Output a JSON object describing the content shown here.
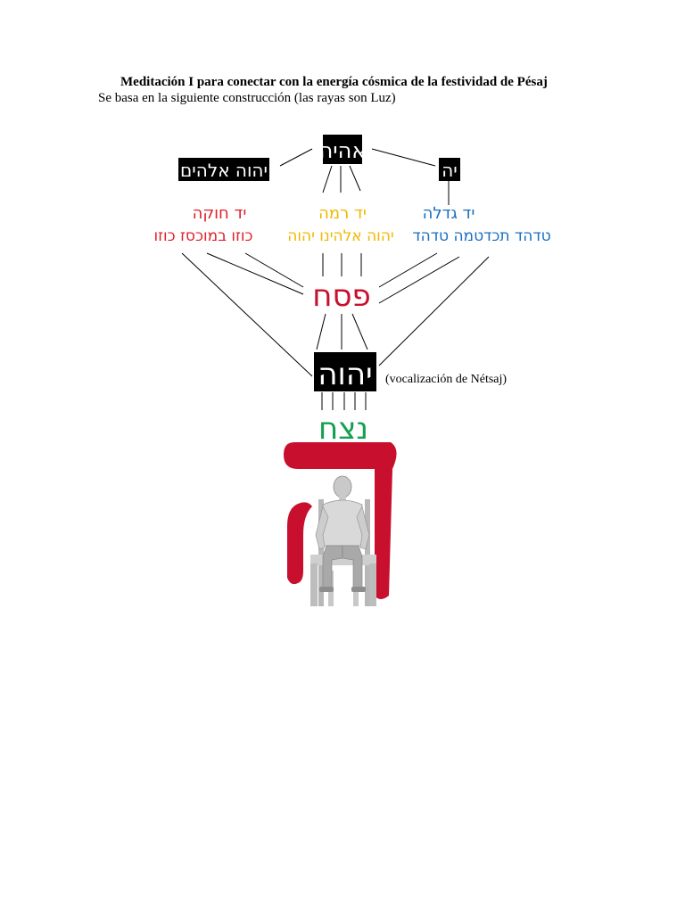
{
  "header": {
    "title": "Meditación I para conectar con la energía cósmica de la festividad de  Pésaj",
    "subtitle": "Se basa en la siguiente construcción (las rayas son Luz)"
  },
  "diagram": {
    "top_box": "אהיה",
    "left_box": "יהוה אלהים",
    "right_box": "יה",
    "left_line1": "יד חוקה",
    "left_line2": "כוזו במוכסז כוזו",
    "center_line1": "יד רמה",
    "center_line2": "יהוה אלהינו יהוה",
    "right_line1": "יד גדלה",
    "right_line2": "טדהד תכדטמה טדהד",
    "pesach": "פסח",
    "tetragram_box": "יהוה",
    "vocalization_note": "(vocalización de Nétsaj)",
    "netsach": "נצח",
    "colors": {
      "red": "#e0202a",
      "yellow": "#f0b800",
      "blue": "#1a6fc0",
      "darkred": "#c8102e",
      "green": "#14a050",
      "box": "#000000"
    }
  }
}
